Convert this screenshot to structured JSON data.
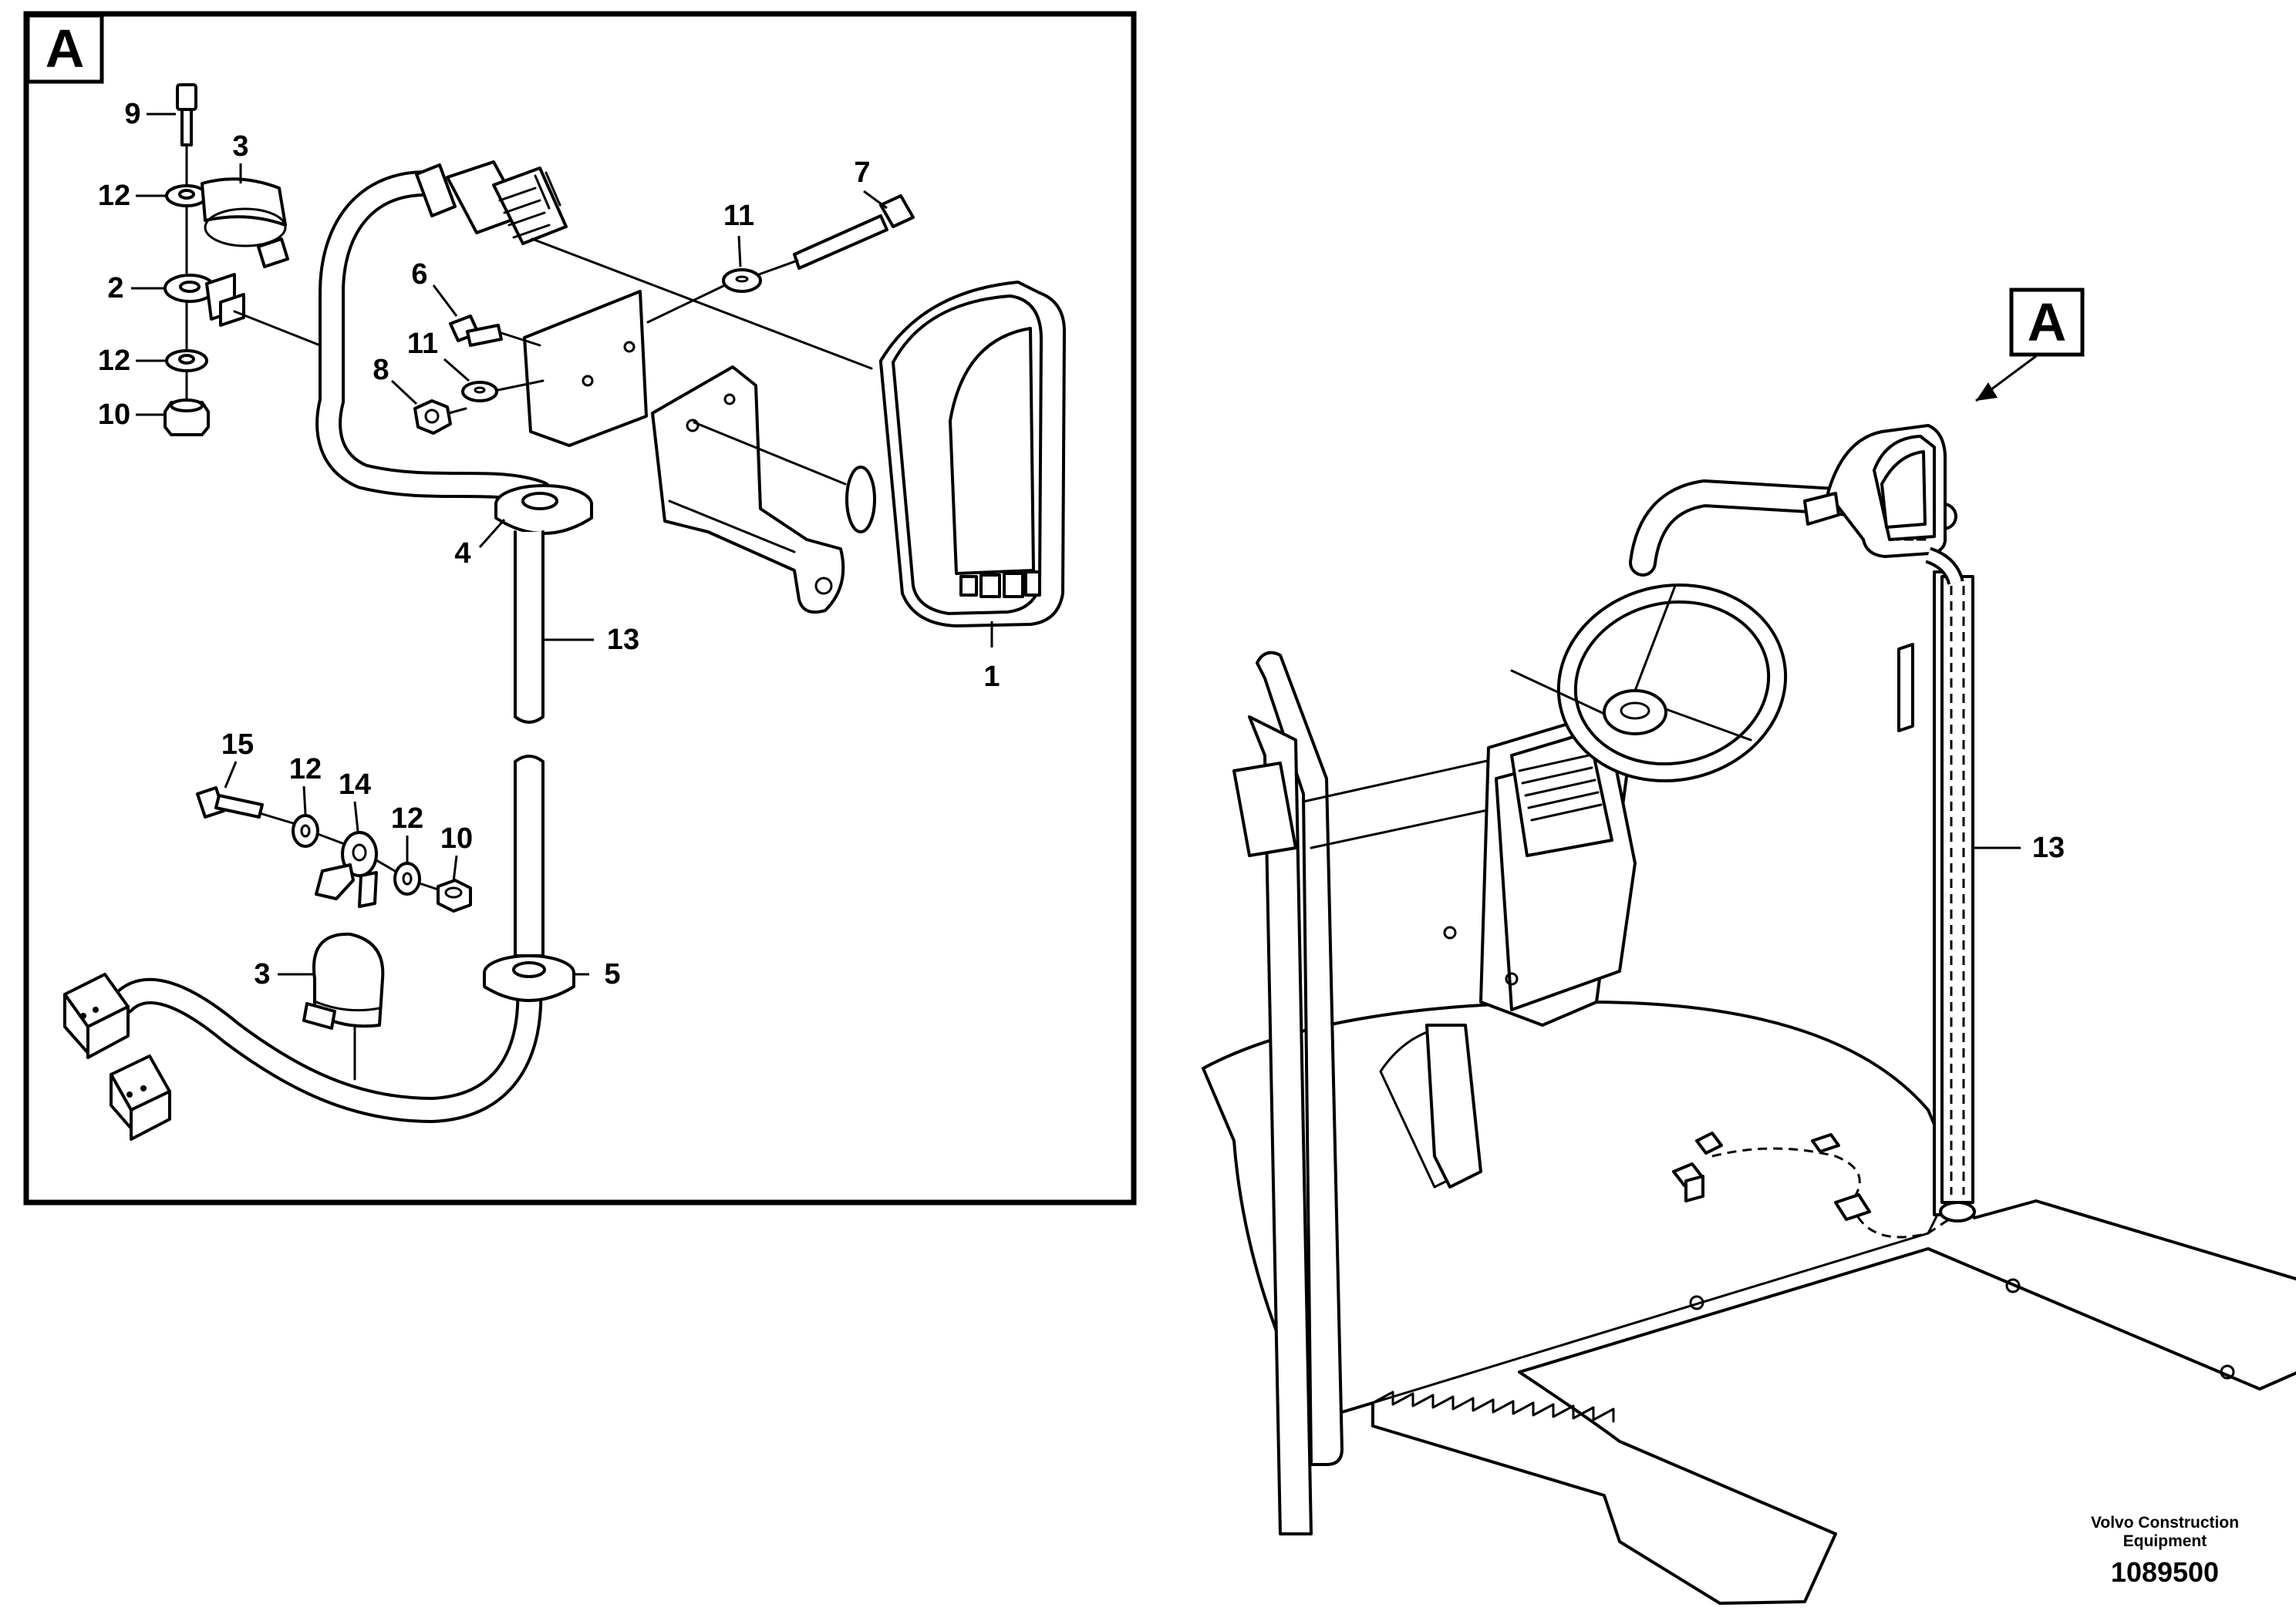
{
  "detail_box": {
    "letter": "A"
  },
  "callout_box": {
    "letter": "A"
  },
  "callouts": {
    "c9": "9",
    "c3_top": "3",
    "c12_top": "12",
    "c2": "2",
    "c12_mid": "12",
    "c10_top": "10",
    "c7": "7",
    "c11_top": "11",
    "c6": "6",
    "c11_mid": "11",
    "c8": "8",
    "c4": "4",
    "c13_left": "13",
    "c1": "1",
    "c15": "15",
    "c12_low1": "12",
    "c14": "14",
    "c12_low2": "12",
    "c10_low": "10",
    "c3_low": "3",
    "c5": "5",
    "c13_right": "13"
  },
  "footer": {
    "company_line1": "Volvo Construction",
    "company_line2": "Equipment",
    "drawing_number": "1089500"
  },
  "colors": {
    "line": "#000000",
    "background": "#ffffff"
  }
}
